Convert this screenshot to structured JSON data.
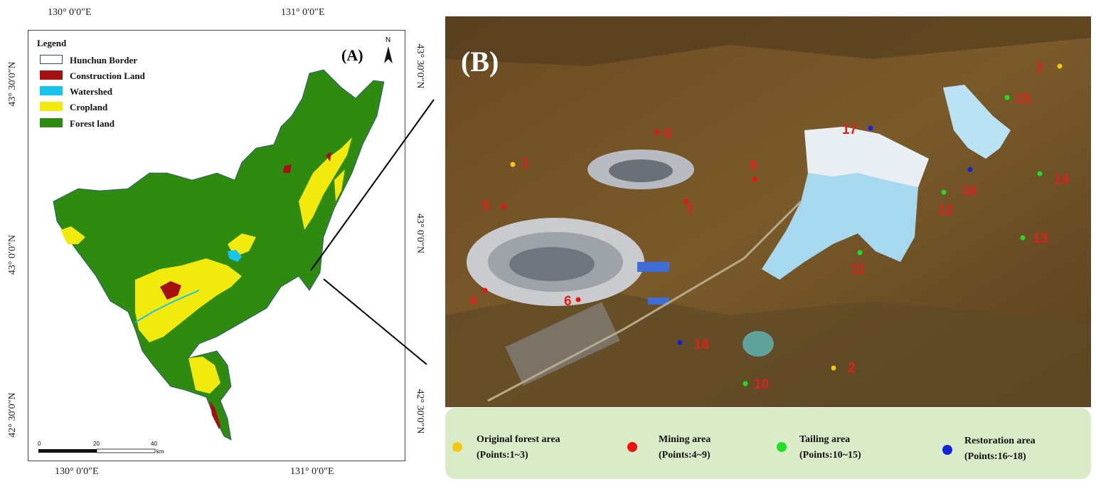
{
  "panel_a": {
    "label": "(A)",
    "north_label": "N",
    "top_axis": [
      "130° 0′0″E",
      "131° 0′0″E"
    ],
    "bottom_axis": [
      "130° 0′0″E",
      "131° 0′0″E"
    ],
    "left_axis": [
      "43° 30′0″N",
      "43° 0′0″N",
      "42° 30′0″N"
    ],
    "right_axis": [
      "43° 30′0″N",
      "43° 0′0″N",
      "42° 30′0″N"
    ],
    "legend": {
      "title": "Legend",
      "items": [
        {
          "label": "Hunchun Border",
          "color": "#ffffff",
          "border": "#2b4d8f"
        },
        {
          "label": "Construction Land",
          "color": "#a50f0f"
        },
        {
          "label": "Watershed",
          "color": "#18c3ee"
        },
        {
          "label": "Cropland",
          "color": "#f2ea0c"
        },
        {
          "label": "Forest land",
          "color": "#2f8b10"
        }
      ]
    },
    "scale": {
      "ticks": [
        "0",
        "20",
        "40"
      ],
      "unit": "km"
    }
  },
  "panel_b": {
    "label": "(B)",
    "points": [
      {
        "id": "1",
        "category": "forest"
      },
      {
        "id": "2",
        "category": "forest"
      },
      {
        "id": "3",
        "category": "forest"
      },
      {
        "id": "4",
        "category": "mining"
      },
      {
        "id": "5",
        "category": "mining"
      },
      {
        "id": "6",
        "category": "mining"
      },
      {
        "id": "7",
        "category": "mining"
      },
      {
        "id": "8",
        "category": "mining"
      },
      {
        "id": "9",
        "category": "mining"
      },
      {
        "id": "10",
        "category": "tailing"
      },
      {
        "id": "11",
        "category": "tailing"
      },
      {
        "id": "12",
        "category": "tailing"
      },
      {
        "id": "13",
        "category": "tailing"
      },
      {
        "id": "14",
        "category": "tailing"
      },
      {
        "id": "15",
        "category": "tailing"
      },
      {
        "id": "16",
        "category": "restoration"
      },
      {
        "id": "17",
        "category": "restoration"
      },
      {
        "id": "18",
        "category": "restoration"
      }
    ]
  },
  "bottom_legend": [
    {
      "title": "Original forest area",
      "sub": "(Points:1~3)",
      "color": "#f5c518"
    },
    {
      "title": "Mining area",
      "sub": "(Points:4~9)",
      "color": "#ee1111"
    },
    {
      "title": "Tailing area",
      "sub": "(Points:10~15)",
      "color": "#22dd22"
    },
    {
      "title": "Restoration area",
      "sub": "(Points:16~18)",
      "color": "#1122dd"
    }
  ]
}
